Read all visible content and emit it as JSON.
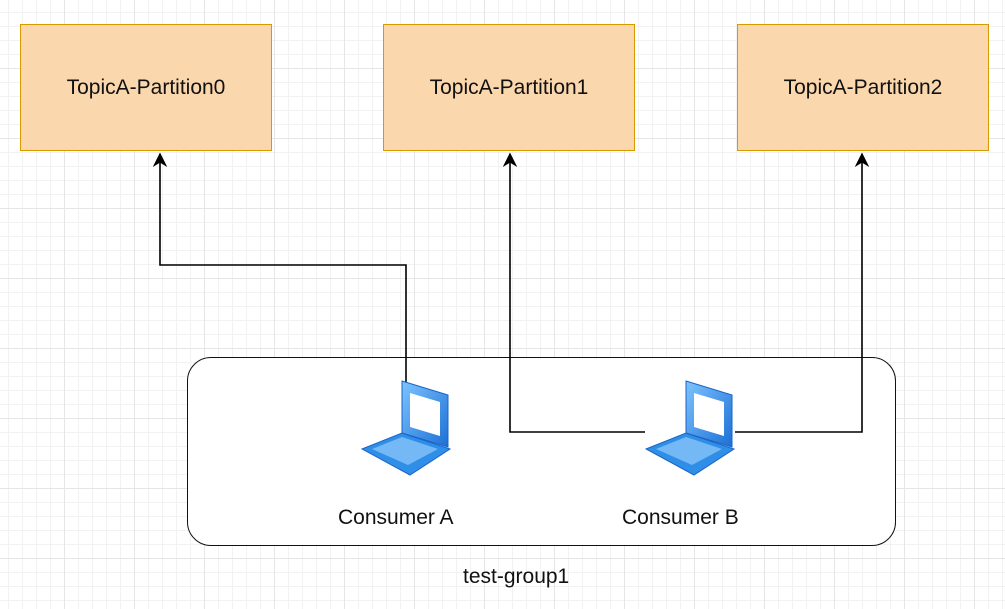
{
  "partitions": [
    {
      "label": "TopicA-Partition0"
    },
    {
      "label": "TopicA-Partition1"
    },
    {
      "label": "TopicA-Partition2"
    }
  ],
  "consumers": [
    {
      "label": "Consumer A",
      "icon": "laptop-icon"
    },
    {
      "label": "Consumer B",
      "icon": "laptop-icon"
    }
  ],
  "group": {
    "label": "test-group1"
  },
  "colors": {
    "partition_fill": "#fad7ac",
    "partition_border": "#d79b00",
    "line": "#000000",
    "laptop_blue": "#2f8fe8"
  }
}
